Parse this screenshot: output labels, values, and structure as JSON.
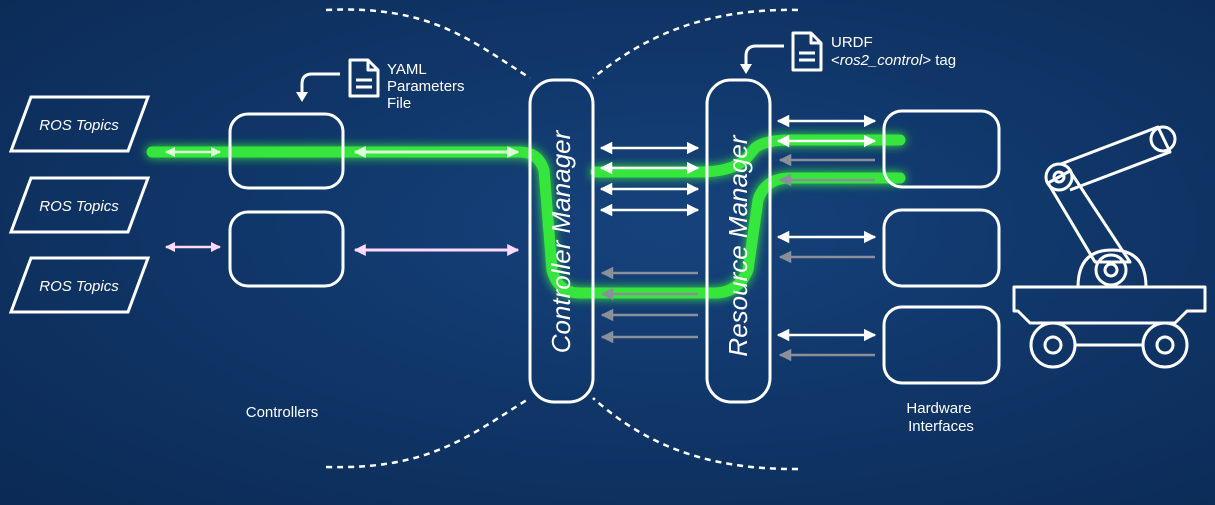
{
  "colors": {
    "background": "#0e3160",
    "foreground": "#ffffff",
    "green_flow": "#37f03a",
    "magenta_flow": "#ee44ee",
    "gray_arrow": "#8a8f98"
  },
  "ros_topics": [
    {
      "label": "ROS Topics"
    },
    {
      "label": "ROS Topics"
    },
    {
      "label": "ROS Topics"
    }
  ],
  "yaml_file": {
    "icon": "document-icon",
    "lines": [
      "YAML",
      "Parameters",
      "File"
    ]
  },
  "urdf_file": {
    "icon": "document-icon",
    "line1": "URDF",
    "tag_open": "<",
    "tag_name": "ros2_control",
    "tag_close": ">",
    "tag_suffix": " tag"
  },
  "controller_manager": {
    "label": "Controller Manager"
  },
  "resource_manager": {
    "label": "Resource Manager"
  },
  "controllers_label": "Controllers",
  "hardware_label": {
    "lines": [
      "Hardware",
      "Interfaces"
    ]
  },
  "robot": {
    "icon": "robot-arm-icon"
  }
}
